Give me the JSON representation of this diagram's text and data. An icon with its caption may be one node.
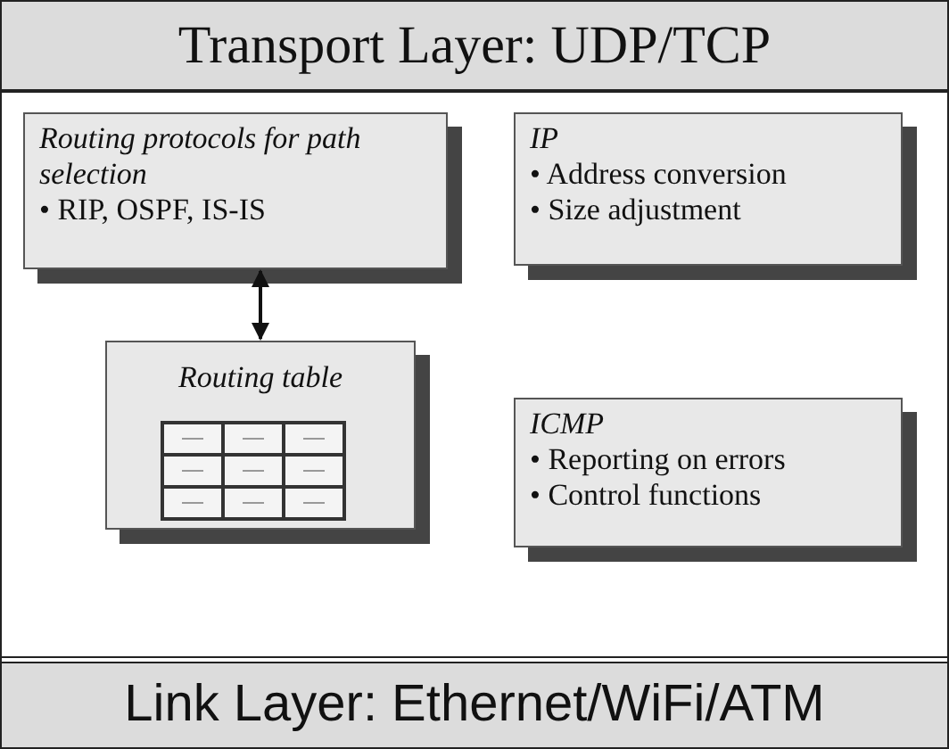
{
  "diagram": {
    "nodes": [
      {
        "text": [
          "Transport Layer: UDP/TCP"
        ]
      },
      {
        "text": [
          "Routing protocols for path selection",
          "• RIP, OSPF, IS-IS"
        ]
      },
      {
        "text": [
          "Routing table"
        ]
      },
      {
        "text": [
          "IP",
          "• Address conversion",
          "• Size adjustment"
        ]
      },
      {
        "text": [
          "ICMP",
          "• Reporting on errors",
          "• Control functions"
        ]
      },
      {
        "text": [
          "Link Layer: Ethernet/WiFi/ATM"
        ]
      }
    ],
    "edges": [
      {
        "from": 1,
        "to": 2,
        "arrow": "both"
      }
    ]
  }
}
